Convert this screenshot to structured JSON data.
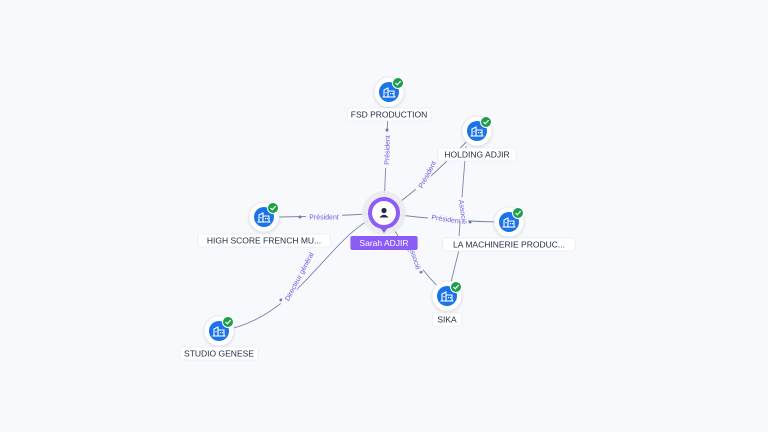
{
  "center": {
    "name": "Sarah ADJIR",
    "icon": "person-icon"
  },
  "colors": {
    "accent": "#8b5cf6",
    "company_icon": "#1a73e8",
    "verified_badge": "#1e9e4a",
    "edge": "#7b86a8",
    "edge_label": "#6c5ce7"
  },
  "companies": [
    {
      "id": "fsd",
      "name": "FSD PRODUCTION",
      "relation": "Président",
      "icon": "company-building-icon",
      "verified": true
    },
    {
      "id": "holding",
      "name": "HOLDING ADJIR",
      "relation": "Président",
      "icon": "company-building-icon",
      "verified": true
    },
    {
      "id": "machinerie",
      "name": "LA MACHINERIE PRODUC...",
      "relation": "Président",
      "icon": "company-building-icon",
      "verified": true
    },
    {
      "id": "sika",
      "name": "SIKA",
      "relation": "Associé",
      "icon": "company-building-icon",
      "verified": true
    },
    {
      "id": "highscore",
      "name": "HIGH SCORE FRENCH MU...",
      "relation": "Président",
      "icon": "company-building-icon",
      "verified": true
    },
    {
      "id": "studio",
      "name": "STUDIO GENESE",
      "relation": "Directeur général",
      "icon": "company-building-icon",
      "verified": true
    }
  ],
  "company_links": [
    {
      "from": "holding",
      "to": "machinerie",
      "relation": "Associé"
    },
    {
      "from": "machinerie",
      "to": "sika",
      "relation": ""
    }
  ]
}
